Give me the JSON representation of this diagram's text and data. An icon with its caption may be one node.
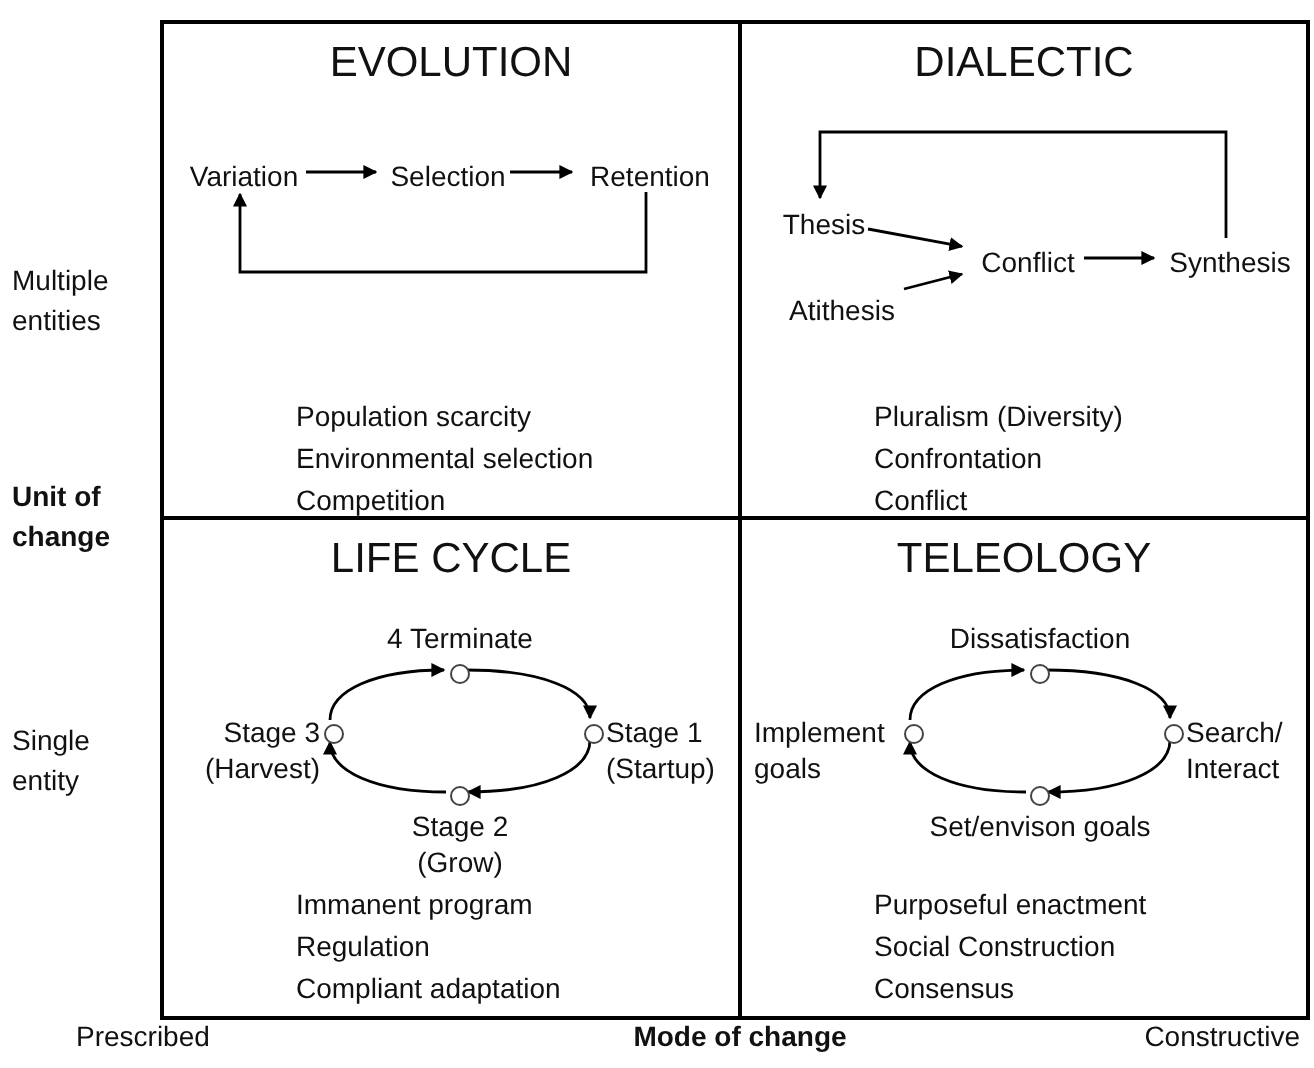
{
  "diagram": {
    "nodes": [
      {
        "text": [
          "EVOLUTION",
          "Population scarcity",
          "Environmental selection",
          "Competition"
        ]
      },
      {
        "text": [
          "Variation"
        ],
        "in": 0
      },
      {
        "text": [
          "Selection"
        ],
        "in": 0
      },
      {
        "text": [
          "Retention"
        ],
        "in": 0
      },
      {
        "text": [
          "DIALECTIC",
          "Pluralism (Diversity)",
          "Confrontation",
          "Conflict"
        ]
      },
      {
        "text": [
          "Thesis"
        ],
        "in": 4
      },
      {
        "text": [
          "Atithesis"
        ],
        "in": 4
      },
      {
        "text": [
          "Conflict"
        ],
        "in": 4
      },
      {
        "text": [
          "Synthesis"
        ],
        "in": 4
      },
      {
        "text": [
          "LIFE CYCLE",
          "Immanent program",
          "Regulation",
          "Compliant adaptation"
        ]
      },
      {
        "text": [],
        "shape": "circle",
        "in": 9,
        "beside": [
          "4 Terminate"
        ]
      },
      {
        "text": [],
        "shape": "circle",
        "in": 9,
        "beside": [
          "Stage 1 (Startup)"
        ]
      },
      {
        "text": [],
        "shape": "circle",
        "in": 9,
        "beside": [
          "Stage 2 (Grow)"
        ]
      },
      {
        "text": [],
        "shape": "circle",
        "in": 9,
        "beside": [
          "Stage 3 (Harvest)"
        ]
      },
      {
        "text": [
          "TELEOLOGY",
          "Purposeful enactment",
          "Social Construction",
          "Consensus"
        ]
      },
      {
        "text": [],
        "shape": "circle",
        "in": 14,
        "beside": [
          "Dissatisfaction"
        ]
      },
      {
        "text": [],
        "shape": "circle",
        "in": 14,
        "beside": [
          "Search/ Interact"
        ]
      },
      {
        "text": [],
        "shape": "circle",
        "in": 14,
        "beside": [
          "Set/envison goals"
        ]
      },
      {
        "text": [],
        "shape": "circle",
        "in": 14,
        "beside": [
          "Implement goals"
        ]
      }
    ],
    "edges": [
      {
        "from": 1,
        "to": 2,
        "arrow": "to"
      },
      {
        "from": 2,
        "to": 3,
        "arrow": "to"
      },
      {
        "from": 3,
        "to": 1,
        "arrow": "to"
      },
      {
        "from": 8,
        "to": 5,
        "arrow": "to"
      },
      {
        "from": 5,
        "to": 7,
        "arrow": "to"
      },
      {
        "from": 6,
        "to": 7,
        "arrow": "to"
      },
      {
        "from": 7,
        "to": 8,
        "arrow": "to"
      },
      {
        "from": 10,
        "to": 11,
        "arrow": "to"
      },
      {
        "from": 11,
        "to": 12,
        "arrow": "to"
      },
      {
        "from": 12,
        "to": 13,
        "arrow": "to"
      },
      {
        "from": 13,
        "to": 10,
        "arrow": "to"
      },
      {
        "from": 15,
        "to": 16,
        "arrow": "to"
      },
      {
        "from": 16,
        "to": 17,
        "arrow": "to"
      },
      {
        "from": 17,
        "to": 18,
        "arrow": "to"
      },
      {
        "from": 18,
        "to": 15,
        "arrow": "to"
      }
    ],
    "labels": [
      "Multiple entities",
      "Unit of change",
      "Single entity",
      "Prescribed",
      "Mode of change",
      "Constructive"
    ]
  }
}
